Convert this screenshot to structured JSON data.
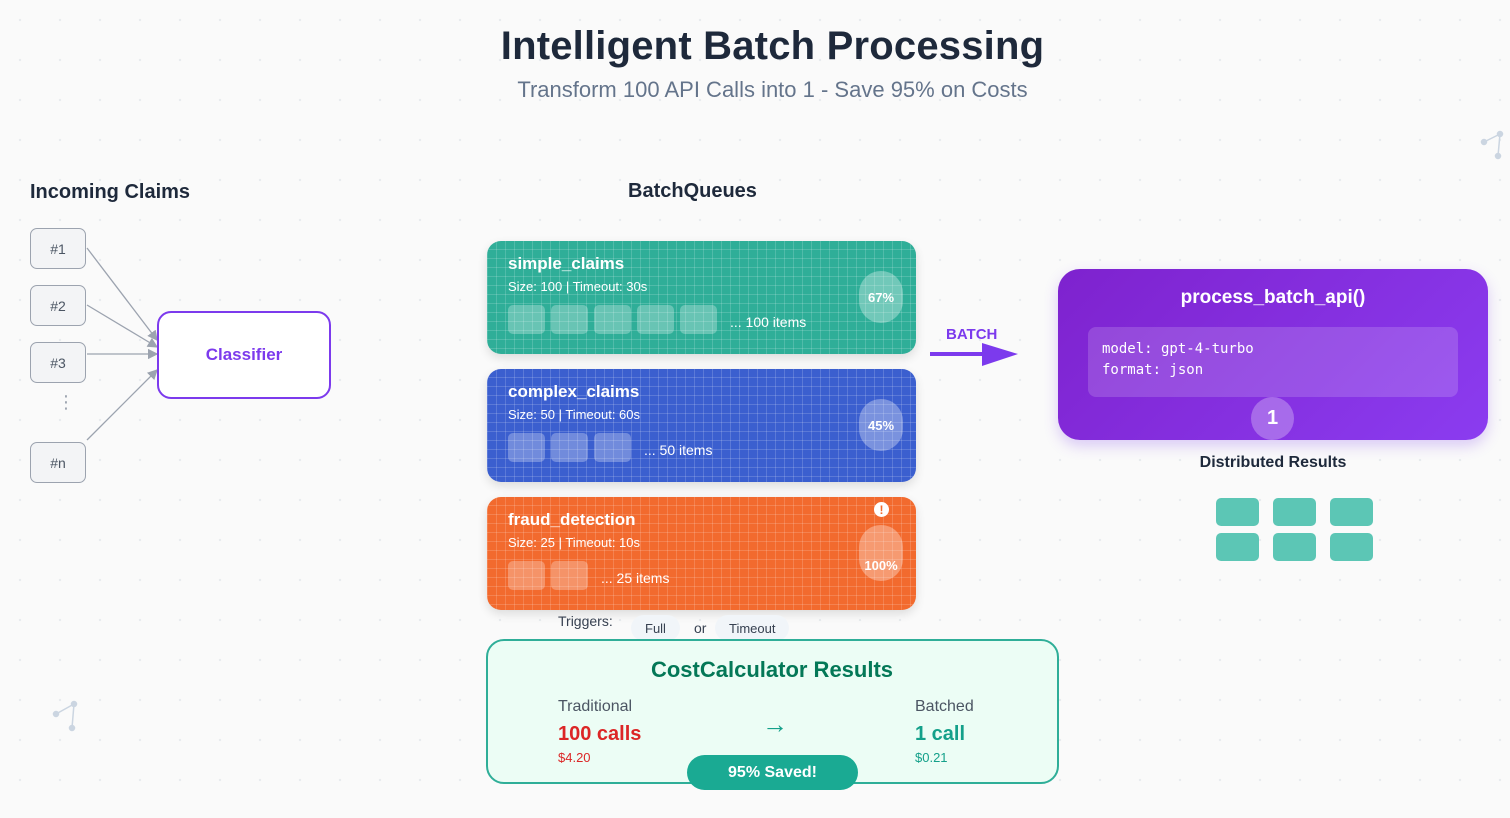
{
  "header": {
    "title": "Intelligent Batch Processing",
    "subtitle": "Transform 100 API Calls into 1 - Save 95% on Costs"
  },
  "incoming": {
    "heading": "Incoming Claims",
    "claims": [
      "#1",
      "#2",
      "#3",
      "#n"
    ],
    "ellipsis": "⋮",
    "classifier_label": "Classifier"
  },
  "queues": {
    "heading": "BatchQueues",
    "items": [
      {
        "name": "simple_claims",
        "meta": "Size: 100 | Timeout: 30s",
        "more": "... 100 items",
        "fill": "67%",
        "fill_fraction": 0.67,
        "slots": 5,
        "color": "#2fae98"
      },
      {
        "name": "complex_claims",
        "meta": "Size: 50 | Timeout: 60s",
        "more": "... 50 items",
        "fill": "45%",
        "fill_fraction": 0.45,
        "slots": 3,
        "color": "#3b5fcf"
      },
      {
        "name": "fraud_detection",
        "meta": "Size: 25 | Timeout: 10s",
        "more": "... 25 items",
        "fill": "100%",
        "fill_fraction": 1.0,
        "slots": 2,
        "color": "#f26a2e",
        "alert": "!"
      }
    ],
    "triggers_label": "Triggers:",
    "trigger_full": "Full",
    "trigger_or": "or",
    "trigger_timeout": "Timeout"
  },
  "batch_arrow_label": "BATCH",
  "api": {
    "title": "process_batch_api()",
    "code_line1": "model: gpt-4-turbo",
    "code_line2": "format: json",
    "badge": "1"
  },
  "results": {
    "heading": "Distributed Results",
    "tile_count": 6
  },
  "cost": {
    "title": "CostCalculator Results",
    "traditional_label": "Traditional",
    "traditional_calls": "100 calls",
    "traditional_cost": "$4.20",
    "arrow": "→",
    "batched_label": "Batched",
    "batched_calls": "1 call",
    "batched_cost": "$0.21",
    "saved_badge": "95% Saved!"
  },
  "colors": {
    "accent_purple": "#7c3aed",
    "teal": "#2fae98",
    "blue": "#3b5fcf",
    "orange": "#f26a2e",
    "red": "#dc2626"
  }
}
